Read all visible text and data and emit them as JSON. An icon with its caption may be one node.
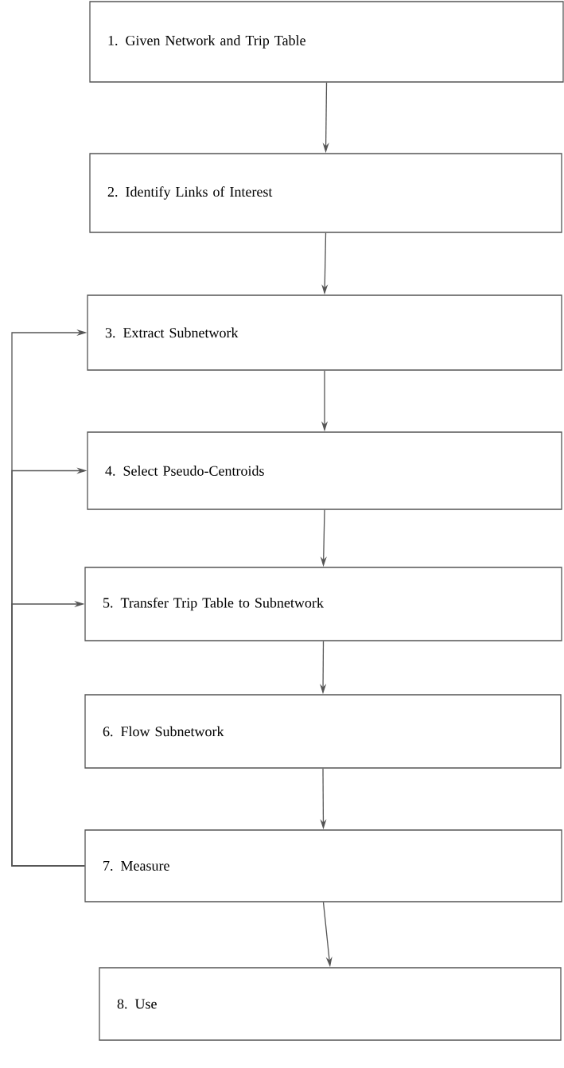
{
  "diagram": {
    "nodes": [
      {
        "text": [
          "1. Given Network and Trip Table"
        ]
      },
      {
        "text": [
          "2. Identify Links of Interest"
        ]
      },
      {
        "text": [
          "3. Extract Subnetwork"
        ]
      },
      {
        "text": [
          "4. Select Pseudo-Centroids"
        ]
      },
      {
        "text": [
          "5. Transfer Trip Table to Subnetwork"
        ]
      },
      {
        "text": [
          "6. Flow Subnetwork"
        ]
      },
      {
        "text": [
          "7. Measure"
        ]
      },
      {
        "text": [
          "8. Use"
        ]
      }
    ],
    "edges": [
      {
        "from": 0,
        "to": 1,
        "arrow": "to"
      },
      {
        "from": 1,
        "to": 2,
        "arrow": "to"
      },
      {
        "from": 2,
        "to": 3,
        "arrow": "to"
      },
      {
        "from": 3,
        "to": 4,
        "arrow": "to"
      },
      {
        "from": 4,
        "to": 5,
        "arrow": "to"
      },
      {
        "from": 5,
        "to": 6,
        "arrow": "to"
      },
      {
        "from": 6,
        "to": 7,
        "arrow": "to"
      },
      {
        "from": 6,
        "to": 2,
        "arrow": "to"
      },
      {
        "from": 6,
        "to": 3,
        "arrow": "to"
      },
      {
        "from": 6,
        "to": 4,
        "arrow": "to"
      }
    ]
  }
}
